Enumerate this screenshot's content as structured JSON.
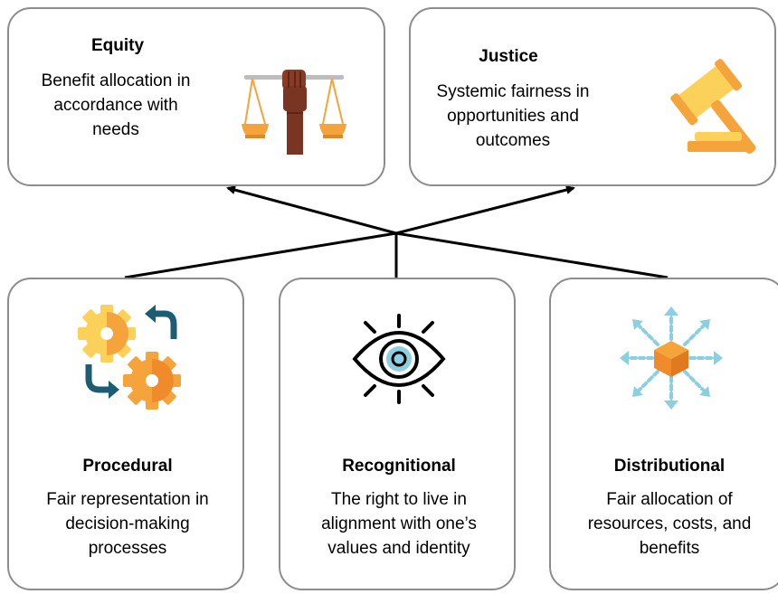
{
  "top": [
    {
      "title": "Equity",
      "lines": [
        "Benefit allocation in",
        "accordance with",
        "needs"
      ],
      "icon": "scales-fist-icon"
    },
    {
      "title": "Justice",
      "lines": [
        "Systemic fairness in",
        "opportunities and",
        "outcomes"
      ],
      "icon": "gavel-icon"
    }
  ],
  "bottom": [
    {
      "title": "Procedural",
      "lines": [
        "Fair representation in",
        "decision-making",
        "processes"
      ],
      "icon": "gears-cycle-icon"
    },
    {
      "title": "Recognitional",
      "lines": [
        "The right to live in",
        "alignment with one’s",
        "values and identity"
      ],
      "icon": "eye-icon"
    },
    {
      "title": "Distributional",
      "lines": [
        "Fair allocation of",
        "resources, costs, and",
        "benefits"
      ],
      "icon": "box-distribution-icon"
    }
  ],
  "colors": {
    "border": "#8c8c8c",
    "orange": "#f4a43a",
    "yellow": "#fcd15a",
    "brown": "#7a3522",
    "teal": "#1c5d73",
    "lightblue": "#8ccfe0",
    "box_orange": "#f08b2b"
  }
}
